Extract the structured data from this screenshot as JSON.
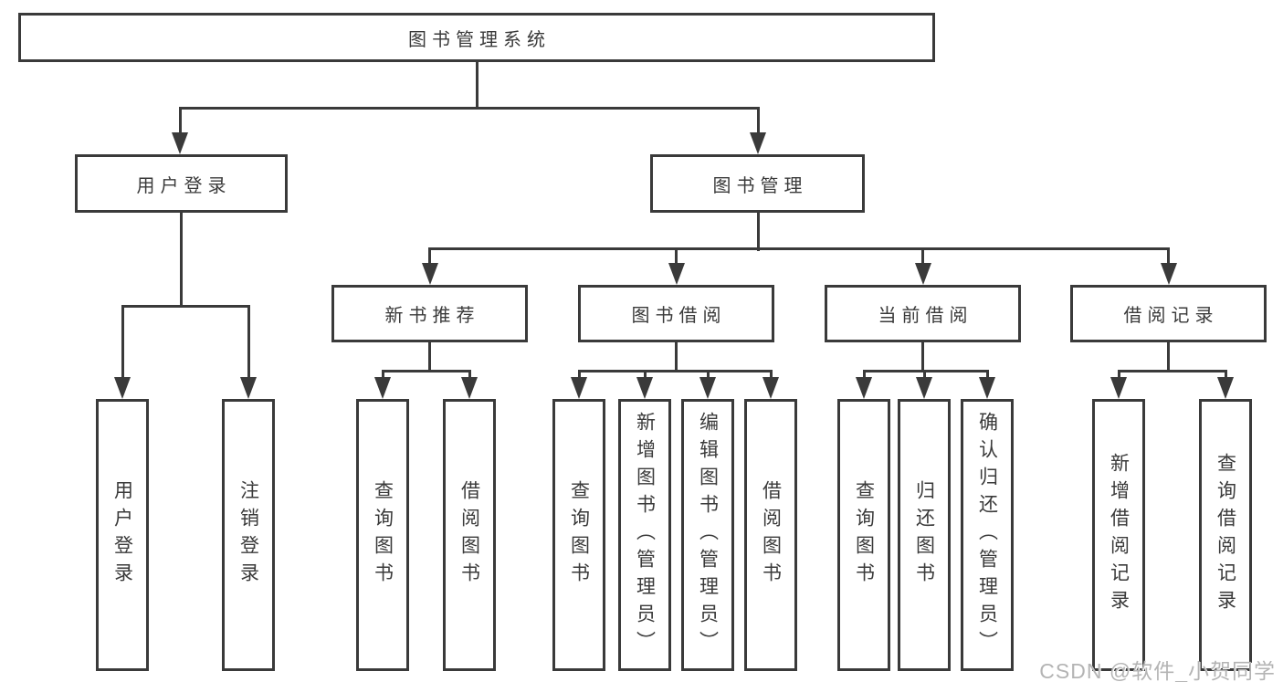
{
  "colors": {
    "line": "#3a3a3a",
    "text": "#3a3a3a",
    "background": "#ffffff",
    "watermark": "#b4b4b4"
  },
  "watermark": {
    "text": "CSDN @软件_小贺同学"
  },
  "tree": {
    "root": {
      "label": "图书管理系统",
      "children": [
        {
          "label": "用户登录",
          "children": [
            {
              "label": "用户登录"
            },
            {
              "label": "注销登录"
            }
          ]
        },
        {
          "label": "图书管理",
          "children": [
            {
              "label": "新书推荐",
              "children": [
                {
                  "label": "查询图书"
                },
                {
                  "label": "借阅图书"
                }
              ]
            },
            {
              "label": "图书借阅",
              "children": [
                {
                  "label": "查询图书"
                },
                {
                  "label": "新增图书（管理员）"
                },
                {
                  "label": "编辑图书（管理员）"
                },
                {
                  "label": "借阅图书"
                }
              ]
            },
            {
              "label": "当前借阅",
              "children": [
                {
                  "label": "查询图书"
                },
                {
                  "label": "归还图书"
                },
                {
                  "label": "确认归还（管理员）"
                }
              ]
            },
            {
              "label": "借阅记录",
              "children": [
                {
                  "label": "新增借阅记录"
                },
                {
                  "label": "查询借阅记录"
                }
              ]
            }
          ]
        }
      ]
    }
  }
}
